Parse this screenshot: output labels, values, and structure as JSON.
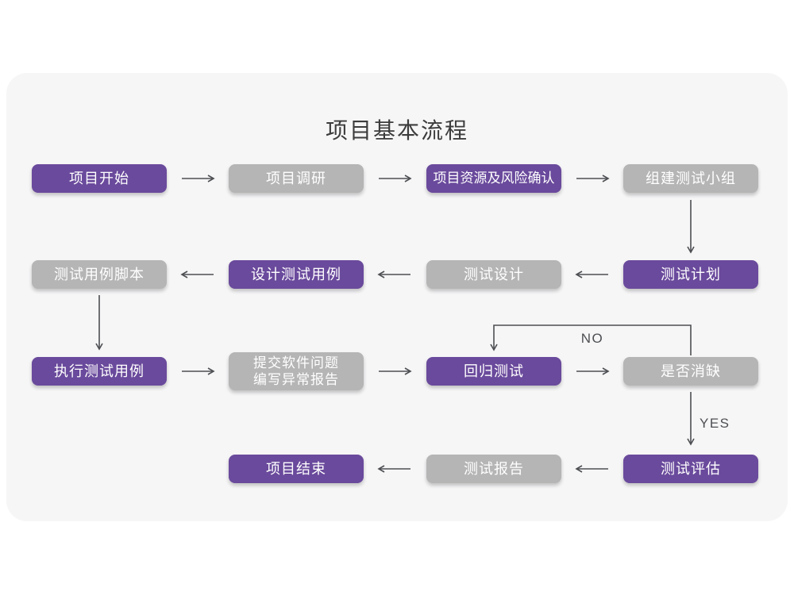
{
  "title": "项目基本流程",
  "colors": {
    "purple": "#6a4a9c",
    "gray": "#b5b5b5",
    "arrow": "#4d4f52",
    "card_bg": "#f6f6f7",
    "title_color": "#3c3c3c",
    "box_text": "#ffffff"
  },
  "edge_labels": {
    "no": "NO",
    "yes": "YES"
  },
  "nodes": [
    {
      "label": "项目开始",
      "variant": "purple"
    },
    {
      "label": "项目调研",
      "variant": "gray"
    },
    {
      "label": "项目资源及风险确认",
      "variant": "purple"
    },
    {
      "label": "组建测试小组",
      "variant": "gray"
    },
    {
      "label": "测试用例脚本",
      "variant": "gray"
    },
    {
      "label": "设计测试用例",
      "variant": "purple"
    },
    {
      "label": "测试设计",
      "variant": "gray"
    },
    {
      "label": "测试计划",
      "variant": "purple"
    },
    {
      "label": "执行测试用例",
      "variant": "purple"
    },
    {
      "label": "提交软件问题\n编写异常报告",
      "variant": "gray"
    },
    {
      "label": "回归测试",
      "variant": "purple"
    },
    {
      "label": "是否消缺",
      "variant": "gray"
    },
    {
      "label": "项目结束",
      "variant": "purple"
    },
    {
      "label": "测试报告",
      "variant": "gray"
    },
    {
      "label": "测试评估",
      "variant": "purple"
    }
  ]
}
